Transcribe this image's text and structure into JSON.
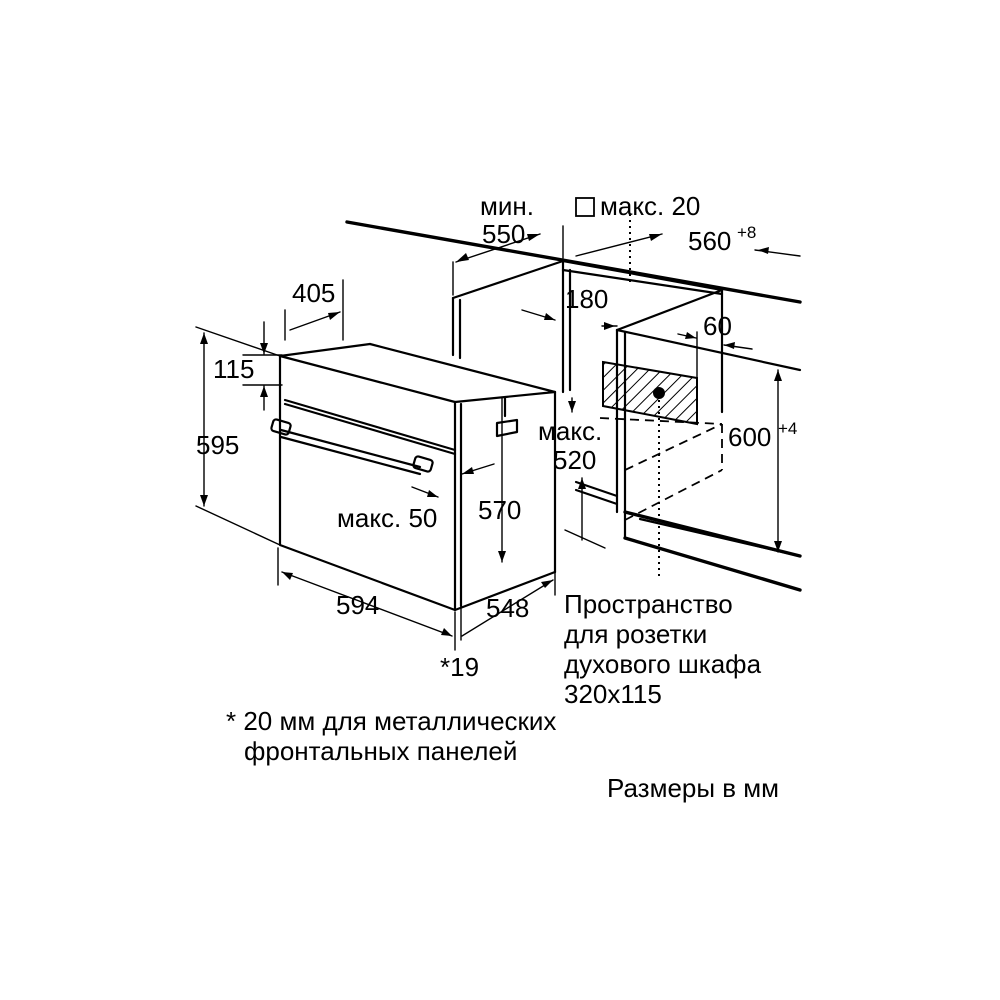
{
  "labels": {
    "min": "мин.",
    "d550": "550",
    "max20": "макс. 20",
    "d560": "560",
    "d560_tol": "+8",
    "d405": "405",
    "d180": "180",
    "d60": "60",
    "d115": "115",
    "d595": "595",
    "max520_a": "макс.",
    "max520_b": "520",
    "d600": "600",
    "d600_tol": "+4",
    "d570": "570",
    "max50": "макс. 50",
    "d594": "594",
    "d548": "548",
    "star19": "*19"
  },
  "socket_note": [
    "Пространство",
    "для розетки",
    "духового шкафа",
    "320x115"
  ],
  "footnote": [
    "* 20 мм для металлических",
    "фронтальных панелей"
  ],
  "units_note": "Размеры в мм"
}
